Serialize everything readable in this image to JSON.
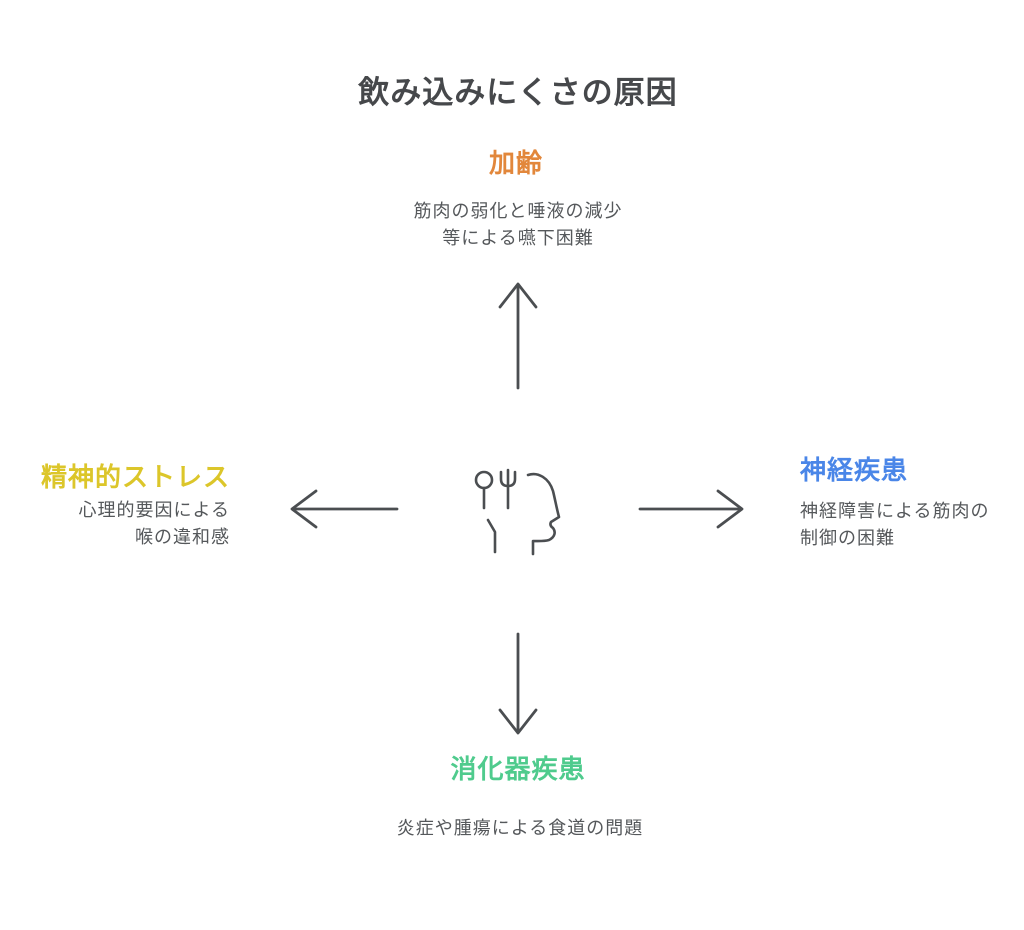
{
  "title": "飲み込みにくさの原因",
  "center": {
    "icon": "spoon-fork-face-icon",
    "meaning": "eating / swallowing"
  },
  "nodes": {
    "top": {
      "label": "加齢",
      "description": "筋肉の弱化と唾液の減少\n等による嚥下困難",
      "color": "#e2873b"
    },
    "left": {
      "label": "精神的ストレス",
      "description": "心理的要因による\n喉の違和感",
      "color": "#dcc62a"
    },
    "right": {
      "label": "神経疾患",
      "description": "神経障害による筋肉の\n制御の困難",
      "color": "#4a86e8"
    },
    "bottom": {
      "label": "消化器疾患",
      "description": "炎症や腫瘍による食道の問題",
      "color": "#4fcb8d"
    }
  },
  "arrows": [
    "up",
    "left",
    "right",
    "down"
  ],
  "theme": {
    "background": "#ffffff",
    "title_color": "#46484b",
    "body_text_color": "#55585b",
    "line_color": "#4b4e51"
  }
}
